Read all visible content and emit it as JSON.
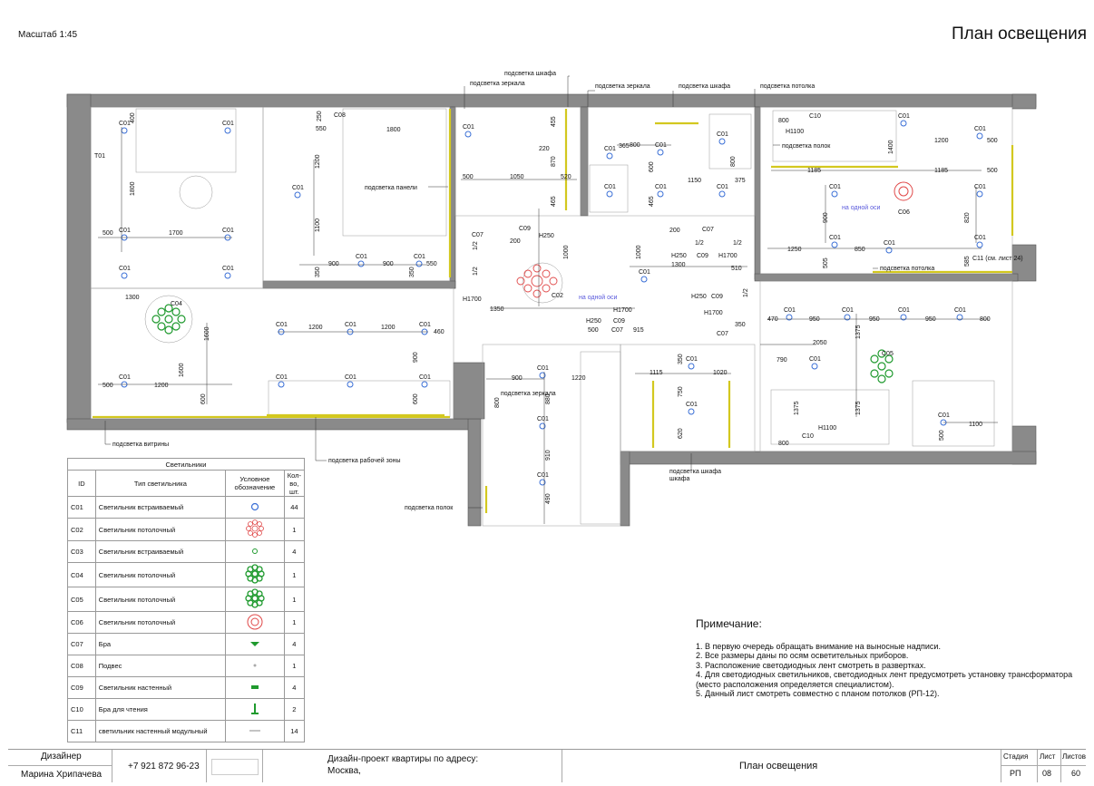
{
  "header": {
    "scale": "Масштаб 1:45",
    "title": "План освещения"
  },
  "callouts": {
    "cabinet_light": "подсветка шкафа",
    "mirror_light": "подсветка зеркала",
    "ceiling_light": "подсветка потолка",
    "panel_light": "подсветка панели",
    "shelf_light": "подсветка полок",
    "vitrine_light": "подсветка витрины",
    "work_zone_light": "подсветка рабочей зоны",
    "shelf_light2": "подсветка полок",
    "c11_note": "С11 (см. лист 24)",
    "same_axis": "на одной оси"
  },
  "legend": {
    "title": "Светильники",
    "columns": [
      "ID",
      "Тип светильника",
      "Условное обозначение",
      "Кол-во, шт."
    ],
    "rows": [
      {
        "id": "C01",
        "type": "Светильник встраиваемый",
        "symbol": "ring-blue",
        "qty": "44"
      },
      {
        "id": "C02",
        "type": "Светильник потолочный",
        "symbol": "star-red",
        "qty": "1"
      },
      {
        "id": "C03",
        "type": "Светильник встраиваемый",
        "symbol": "ring-green",
        "qty": "4"
      },
      {
        "id": "C04",
        "type": "Светильник потолочный",
        "symbol": "cluster-green",
        "qty": "1"
      },
      {
        "id": "C05",
        "type": "Светильник потолочный",
        "symbol": "cluster-green",
        "qty": "1"
      },
      {
        "id": "C06",
        "type": "Светильник потолочный",
        "symbol": "ring-red-double",
        "qty": "1"
      },
      {
        "id": "C07",
        "type": "Бра",
        "symbol": "sconce-green",
        "qty": "4"
      },
      {
        "id": "C08",
        "type": "Подвес",
        "symbol": "dot-grey",
        "qty": "1"
      },
      {
        "id": "C09",
        "type": "Светильник настенный",
        "symbol": "bar-green",
        "qty": "4"
      },
      {
        "id": "C10",
        "type": "Бра для чтения",
        "symbol": "reading-green",
        "qty": "2"
      },
      {
        "id": "C11",
        "type": "светильник настенный модульный",
        "symbol": "line-grey",
        "qty": "14"
      }
    ]
  },
  "notes": {
    "title": "Примечание:",
    "items": [
      "1. В первую очередь обращать внимание на выносные надписи.",
      "2. Все размеры даны по осям осветительных приборов.",
      "3. Расположение светодиодных лент смотреть в развертках.",
      "4. Для светодиодных светильников, светодиодных лент предусмотреть установку трансформатора (место расположения определяется специалистом).",
      "5. Данный лист смотреть совместно с планом потолков (РП-12)."
    ]
  },
  "title_block": {
    "designer_label": "Дизайнер",
    "designer_name": "Марина Хрипачева",
    "phone": "+7 921 872 96-23",
    "project": "Дизайн-проект квартиры по адресу:",
    "city": "Москва,",
    "sheet_title": "План освещения",
    "stage_label": "Стадия",
    "stage": "РП",
    "sheet_label": "Лист",
    "sheet": "08",
    "sheets_label": "Листов",
    "sheets": "60"
  },
  "colors": {
    "wall": "#7a7a7a",
    "led": "#c9c21a",
    "c01": "#3a6fd6",
    "c02": "#e04848",
    "green": "#1f9a2e"
  }
}
